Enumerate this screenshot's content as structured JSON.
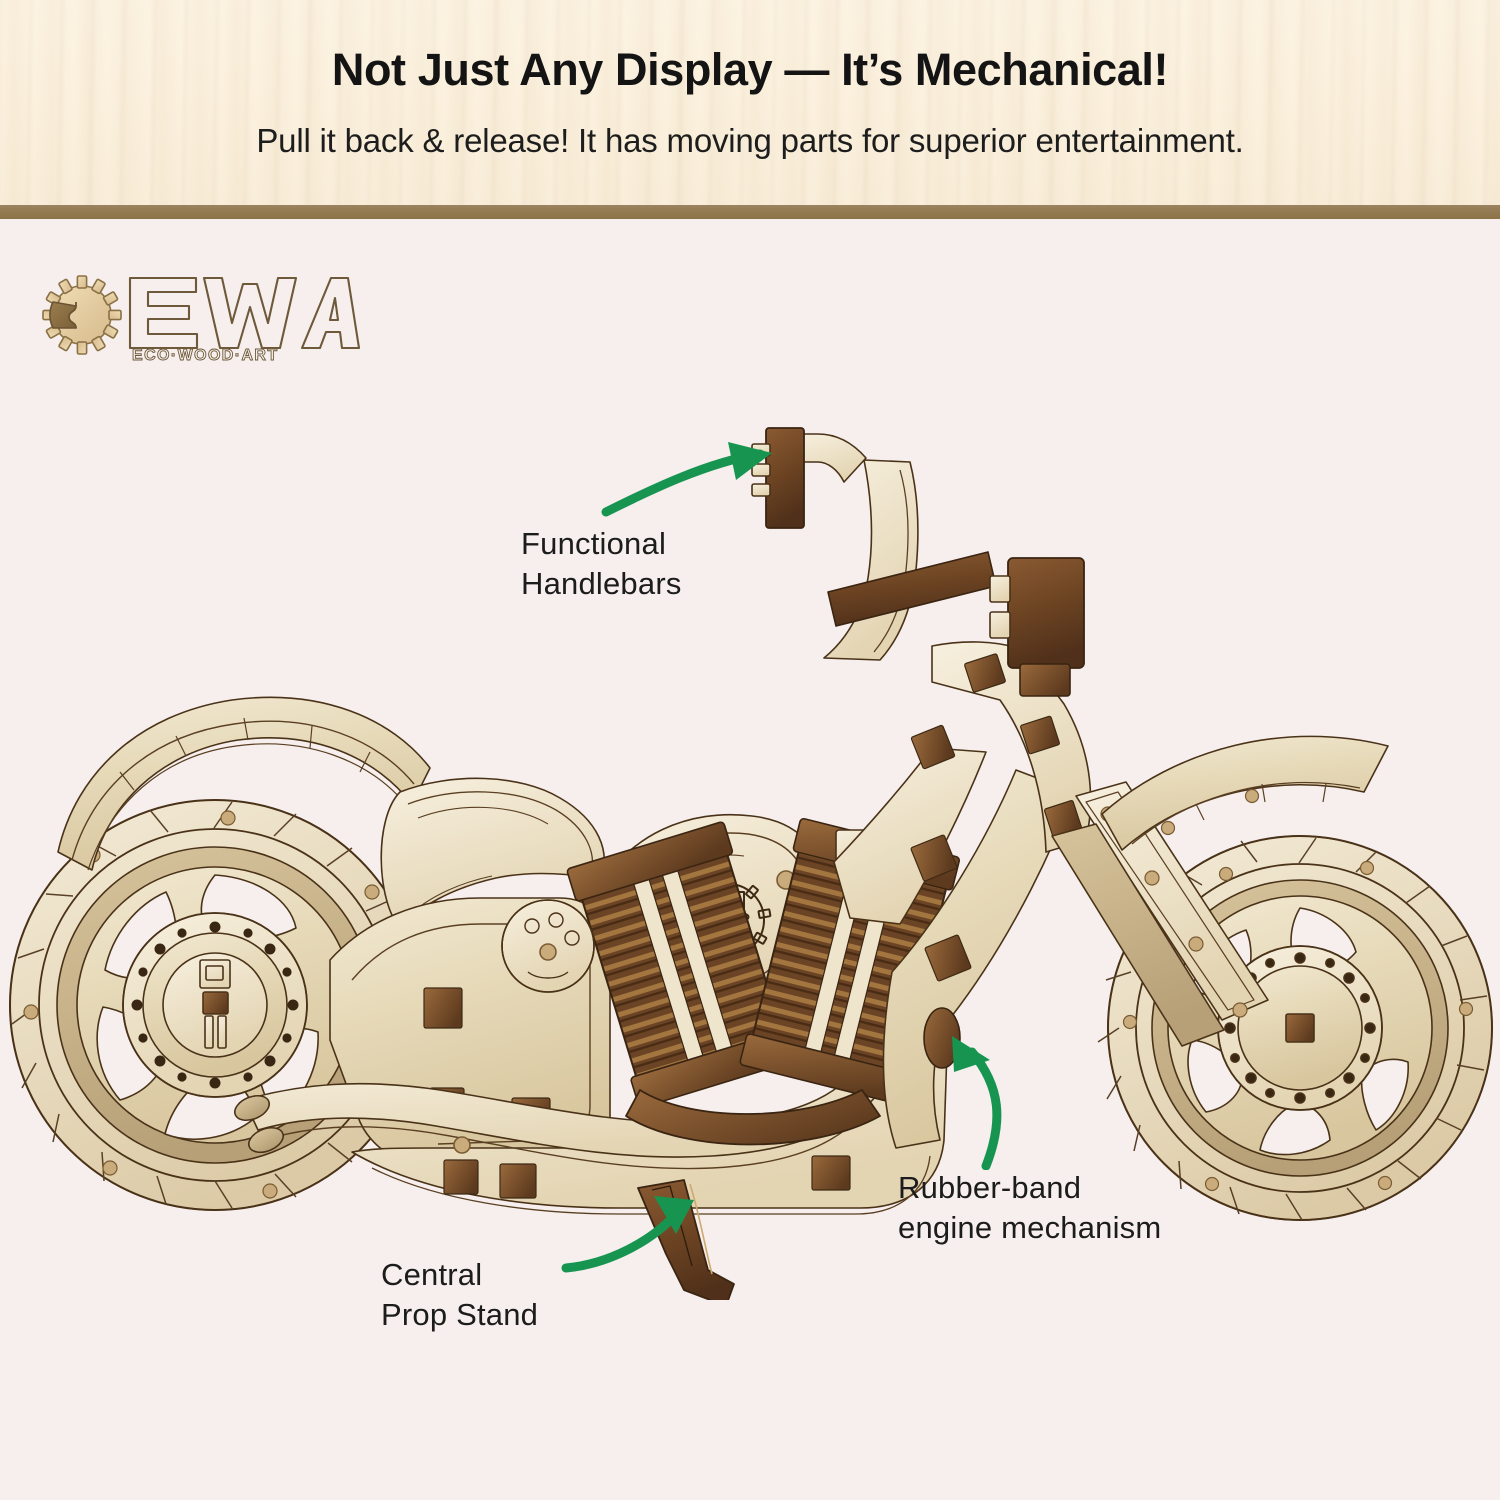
{
  "header": {
    "headline": "Not Just Any Display — It’s Mechanical!",
    "subhead": "Pull it back & release! It has moving parts for superior entertainment.",
    "bg_color": "#faf0de",
    "divider_color": "#9a8260"
  },
  "brand": {
    "name": "EWA",
    "tagline": "Eco-Wood-Art",
    "icon": "gear-puzzle-icon",
    "gear_color": "#e3c89a",
    "puzzle_color": "#8a7045"
  },
  "body": {
    "bg_color": "#f6efed"
  },
  "callouts": [
    {
      "id": "functional-handlebars",
      "label": "Functional\nHandlebars",
      "arrow": "curved-arrow-up-right",
      "arrow_color": "#179550"
    },
    {
      "id": "rubber-band-engine",
      "label": "Rubber-band\nengine mechanism",
      "arrow": "curved-arrow-up-left",
      "arrow_color": "#179550"
    },
    {
      "id": "central-prop-stand",
      "label": "Central\nProp Stand",
      "arrow": "curved-arrow-up-right",
      "arrow_color": "#179550"
    }
  ],
  "product": {
    "name": "wooden-motorcycle-model",
    "material": "laser-cut-plywood",
    "wood_light": "#e8dcc0",
    "wood_mid": "#cdb98f",
    "wood_dark": "#6b4a2a",
    "engrave_color": "#4a3218",
    "parts": [
      "rear-wheel",
      "front-wheel",
      "rear-fender",
      "front-fender",
      "fuel-tank",
      "v-twin-engine",
      "exhaust-pipes",
      "handlebars",
      "front-fork",
      "headlight",
      "seat",
      "frame",
      "prop-stand",
      "rubber-band-pulley"
    ]
  }
}
